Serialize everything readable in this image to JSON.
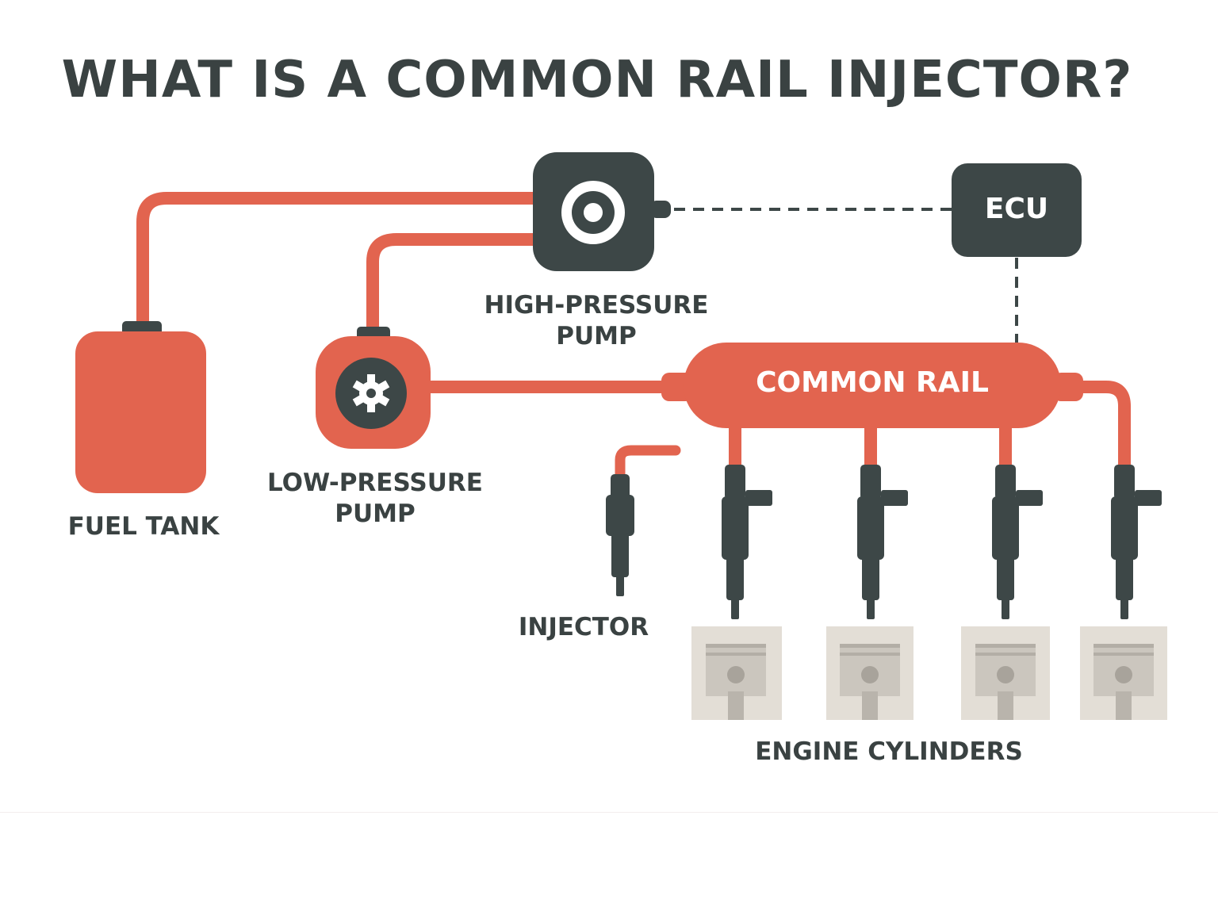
{
  "title": "WHAT IS A COMMON RAIL INJECTOR?",
  "labels": {
    "fuel_tank": "FUEL TANK",
    "low_pressure_pump_1": "LOW-PRESSURE",
    "low_pressure_pump_2": "PUMP",
    "high_pressure_pump_1": "HIGH-PRESSURE",
    "high_pressure_pump_2": "PUMP",
    "ecu": "ECU",
    "common_rail": "COMMON RAIL",
    "injector": "INJECTOR",
    "engine_cylinders": "ENGINE CYLINDERS"
  },
  "colors": {
    "fuel_line": "#e2644f",
    "component_dark": "#3d4747",
    "cylinder": "#e3ded6",
    "text": "#3a4242"
  },
  "icons": {
    "high_pressure_pump": "target-icon",
    "low_pressure_pump": "gear-icon"
  }
}
